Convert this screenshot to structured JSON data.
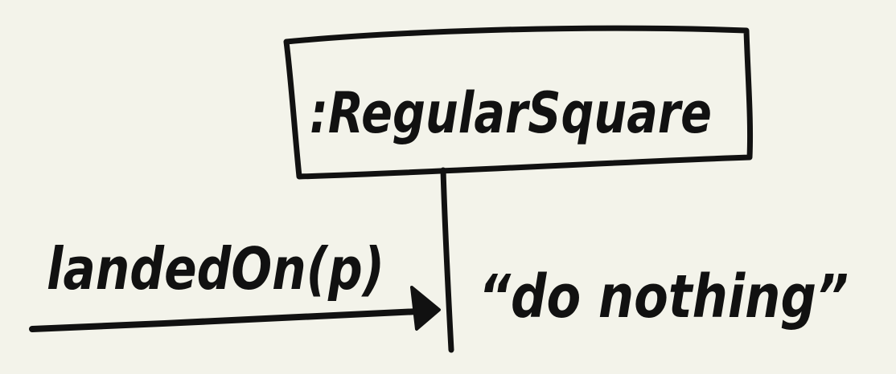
{
  "diagram": {
    "lifeline": {
      "label": ":RegularSquare"
    },
    "message": {
      "label": "landedOn(p)"
    },
    "note": {
      "text": "“do nothing”"
    },
    "ink_color": "#111111",
    "paper_color": "#f3f3ea"
  }
}
